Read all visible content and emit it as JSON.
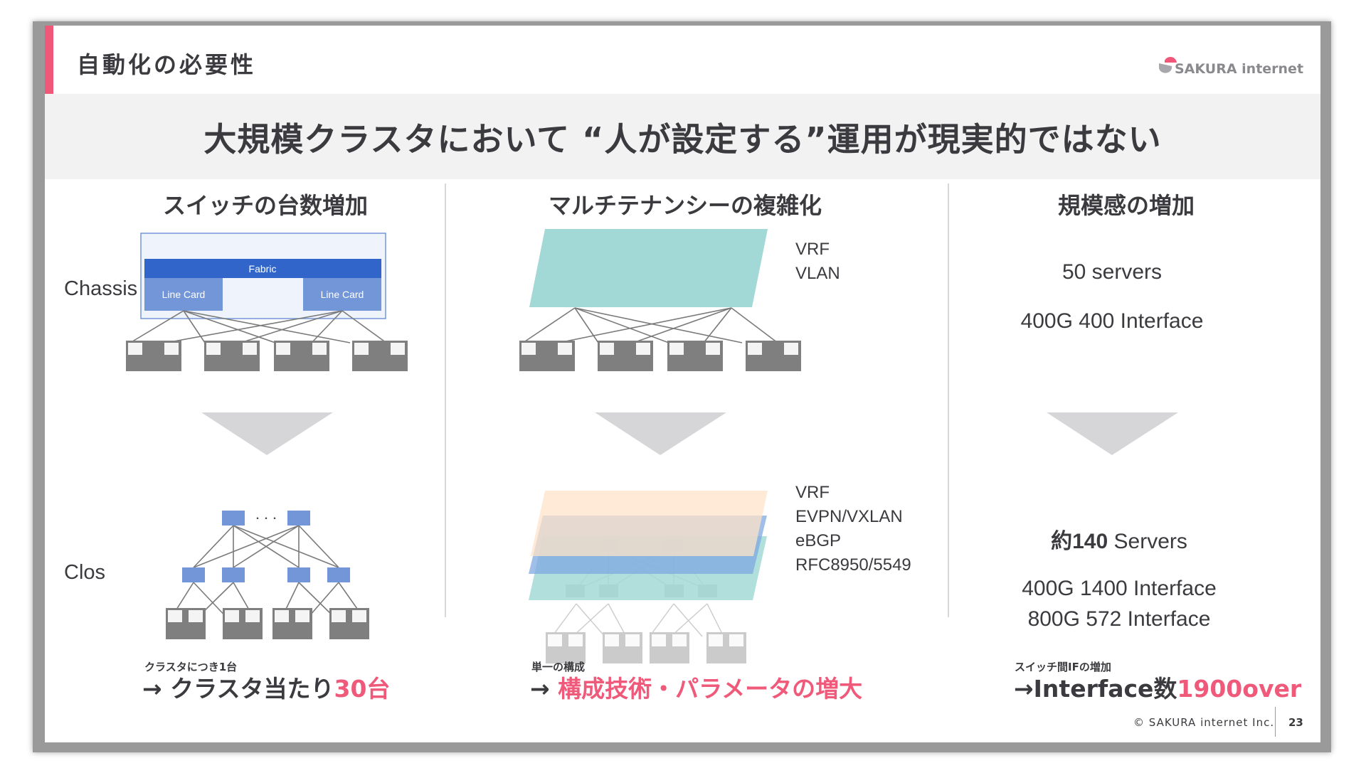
{
  "header": {
    "section_title": "自動化の必要性",
    "logo_text": "SAKURA internet",
    "headline": "大規模クラスタにおいて “人が設定する”運用が現実的ではない"
  },
  "columns": [
    {
      "title": "スイッチの台数増加",
      "top_label": "Chassis",
      "fabric_label": "Fabric",
      "line_card_labels": [
        "Line Card",
        "Line Card"
      ],
      "bottom_label": "Clos",
      "spine_ellipsis": "・・・",
      "caption": "クラスタにつき1台",
      "result_prefix": "→ クラスタ当たり",
      "result_highlight": "30台"
    },
    {
      "title": "マルチテナンシーの複雑化",
      "top_protocols": [
        "VRF",
        "VLAN"
      ],
      "bottom_protocols": [
        "VRF",
        "EVPN/VXLAN",
        "eBGP",
        "RFC8950/5549"
      ],
      "caption": "単一の構成",
      "result_prefix": "→ ",
      "result_highlight": "構成技術・パラメータの増大"
    },
    {
      "title": "規模感の増加",
      "before": [
        "50 servers",
        "400G 400 Interface"
      ],
      "after_servers_prefix": "約140",
      "after_servers_suffix": " Servers",
      "after_interfaces": [
        "400G 1400 Interface",
        "800G 572 Interface"
      ],
      "caption": "スイッチ間IFの増加",
      "result_prefix": "→Interface数",
      "result_highlight": "1900over"
    }
  ],
  "footer": {
    "copyright": "© SAKURA internet Inc.",
    "page_number": "23"
  },
  "colors": {
    "accent": "#ef5a7a",
    "fabric": "#3165c9",
    "line_card": "#7396d8",
    "switch_node": "#7396d8",
    "server": "#7f7f7f",
    "tenant_teal": "#a2d9d6",
    "tenant_orange": "#fde3c8",
    "tenant_blue": "#7fa8e0",
    "arrow_gray": "#d6d6d8"
  }
}
